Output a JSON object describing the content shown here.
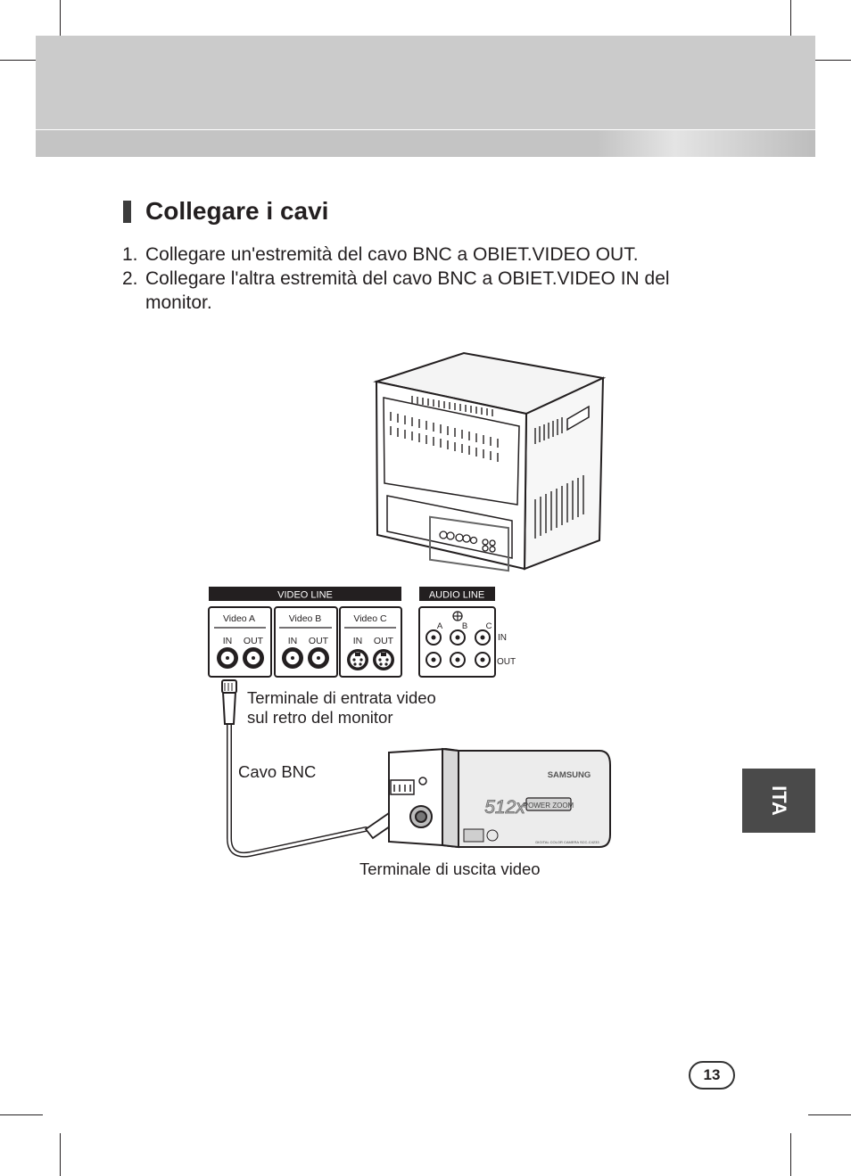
{
  "section": {
    "title": "Collegare i cavi",
    "steps": [
      {
        "num": "1.",
        "text": "Collegare un'estremità del cavo BNC a OBIET.VIDEO OUT."
      },
      {
        "num": "2.",
        "text": "Collegare l'altra estremità del cavo BNC a OBIET.VIDEO IN del",
        "continuation": "monitor."
      }
    ]
  },
  "diagram": {
    "video_line": "VIDEO LINE",
    "audio_line": "AUDIO LINE",
    "video_channels": [
      {
        "label": "Video A",
        "in": "IN",
        "out": "OUT"
      },
      {
        "label": "Video B",
        "in": "IN",
        "out": "OUT"
      },
      {
        "label": "Video C",
        "in": "IN",
        "out": "OUT"
      }
    ],
    "audio_channels": [
      "A",
      "B",
      "C"
    ],
    "audio_in": "IN",
    "audio_out": "OUT",
    "camera_brand": "SAMSUNG",
    "camera_zoom": "512x",
    "camera_power_zoom": "POWER ZOOM",
    "camera_model_text": "DIGITAL COLOR CAMERA SCC-C4233",
    "labels": {
      "monitor_input_line1": "Terminale di entrata video",
      "monitor_input_line2": "sul retro del monitor",
      "cable": "Cavo BNC",
      "camera_output": "Terminale di uscita video"
    }
  },
  "side_tab": "ITA",
  "page_number": "13"
}
